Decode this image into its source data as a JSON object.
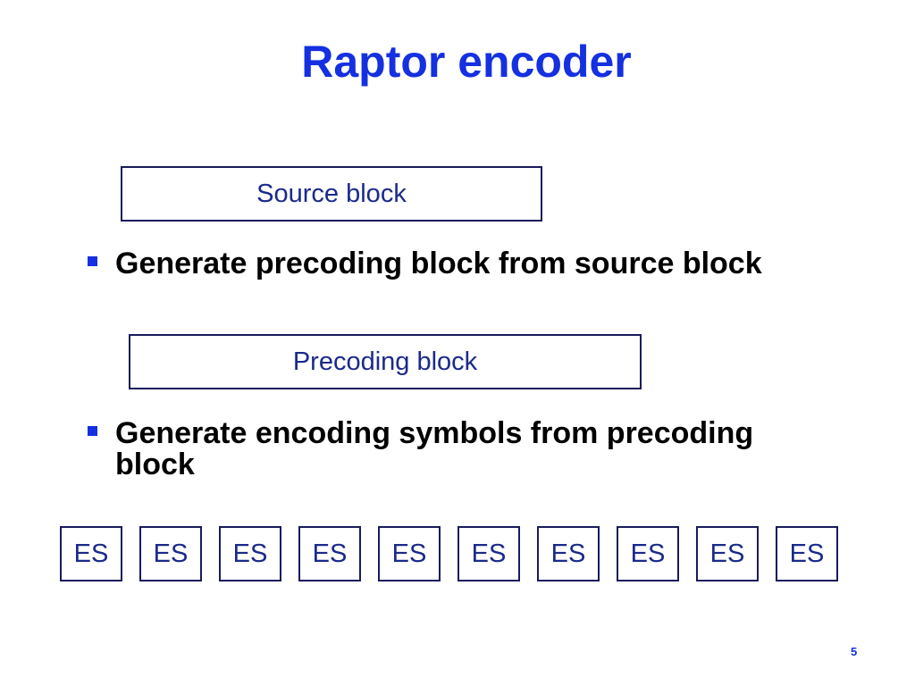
{
  "slide": {
    "title": "Raptor encoder",
    "page_number": "5"
  },
  "colors": {
    "accent": "#1530e0",
    "box_border": "#1a1a5e",
    "box_text": "#1a2a8a"
  },
  "blocks": {
    "source_label": "Source block",
    "precoding_label": "Precoding block"
  },
  "bullets": [
    {
      "text": "Generate precoding block from source block",
      "icon": "square-bullet-icon"
    },
    {
      "text": "Generate encoding symbols from precoding block",
      "icon": "square-bullet-icon"
    }
  ],
  "encoding_symbols": {
    "label": "ES",
    "items": [
      "ES",
      "ES",
      "ES",
      "ES",
      "ES",
      "ES",
      "ES",
      "ES",
      "ES",
      "ES"
    ]
  }
}
